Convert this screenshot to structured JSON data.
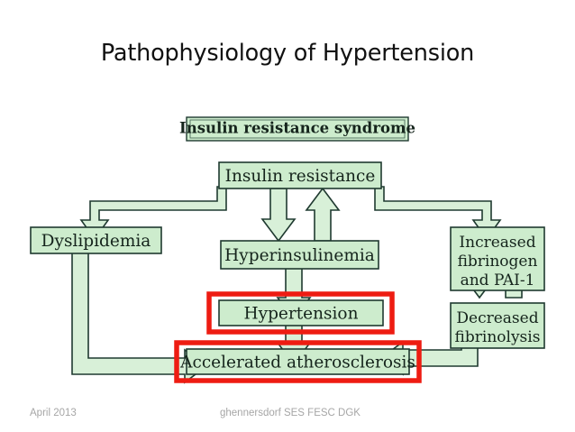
{
  "slide": {
    "title": "Pathophysiology of Hypertension",
    "background_color": "#ffffff"
  },
  "diagram": {
    "title_box": {
      "label": "Insulin resistance syndrome"
    },
    "colors": {
      "node_fill": "#cdeccd",
      "node_stroke": "#1f3a30",
      "arrow_fill": "#d8f0d8",
      "arrow_stroke": "#1f3a30",
      "highlight": "#ee1c12",
      "text": "#15241c"
    },
    "nodes": [
      {
        "id": "insulin-resistance-syndrome",
        "label": "Insulin resistance syndrome",
        "bold": true,
        "highlighted": false
      },
      {
        "id": "insulin-resistance",
        "label": "Insulin resistance",
        "bold": false,
        "highlighted": false
      },
      {
        "id": "dyslipidemia",
        "label": "Dyslipidemia",
        "bold": false,
        "highlighted": false
      },
      {
        "id": "hyperinsulinemia",
        "label": "Hyperinsulinemia",
        "bold": false,
        "highlighted": false
      },
      {
        "id": "increased-fibrinogen-pai1",
        "label": "Increased fibrinogen and PAI-1",
        "lines": [
          "Increased",
          "fibrinogen",
          "and PAI-1"
        ],
        "bold": false,
        "highlighted": false
      },
      {
        "id": "hypertension",
        "label": "Hypertension",
        "bold": false,
        "highlighted": true
      },
      {
        "id": "decreased-fibrinolysis",
        "label": "Decreased fibrinolysis",
        "lines": [
          "Decreased",
          "fibrinolysis"
        ],
        "bold": false,
        "highlighted": false
      },
      {
        "id": "accelerated-atherosclerosis",
        "label": "Accelerated atherosclerosis",
        "bold": false,
        "highlighted": true
      }
    ],
    "node_labels": {
      "syndrome": "Insulin resistance syndrome",
      "insulin_resistance": "Insulin resistance",
      "dyslipidemia": "Dyslipidemia",
      "hyperinsulinemia": "Hyperinsulinemia",
      "fibrinogen_l1": "Increased",
      "fibrinogen_l2": "fibrinogen",
      "fibrinogen_l3": "and PAI-1",
      "hypertension": "Hypertension",
      "fibrinolysis_l1": "Decreased",
      "fibrinolysis_l2": "fibrinolysis",
      "atherosclerosis": "Accelerated atherosclerosis"
    },
    "edges": [
      {
        "from": "insulin-resistance",
        "to": "dyslipidemia",
        "direction": "one-way"
      },
      {
        "from": "insulin-resistance",
        "to": "hyperinsulinemia",
        "direction": "bidirectional"
      },
      {
        "from": "insulin-resistance",
        "to": "increased-fibrinogen-pai1",
        "direction": "one-way"
      },
      {
        "from": "hyperinsulinemia",
        "to": "hypertension",
        "direction": "one-way"
      },
      {
        "from": "hypertension",
        "to": "accelerated-atherosclerosis",
        "direction": "one-way"
      },
      {
        "from": "dyslipidemia",
        "to": "accelerated-atherosclerosis",
        "direction": "one-way"
      },
      {
        "from": "increased-fibrinogen-pai1",
        "to": "decreased-fibrinolysis",
        "direction": "bidirectional"
      },
      {
        "from": "decreased-fibrinolysis",
        "to": "accelerated-atherosclerosis",
        "direction": "one-way"
      }
    ]
  },
  "footer": {
    "date": "April 2013",
    "attribution": "ghennersdorf SES FESC DGK"
  }
}
